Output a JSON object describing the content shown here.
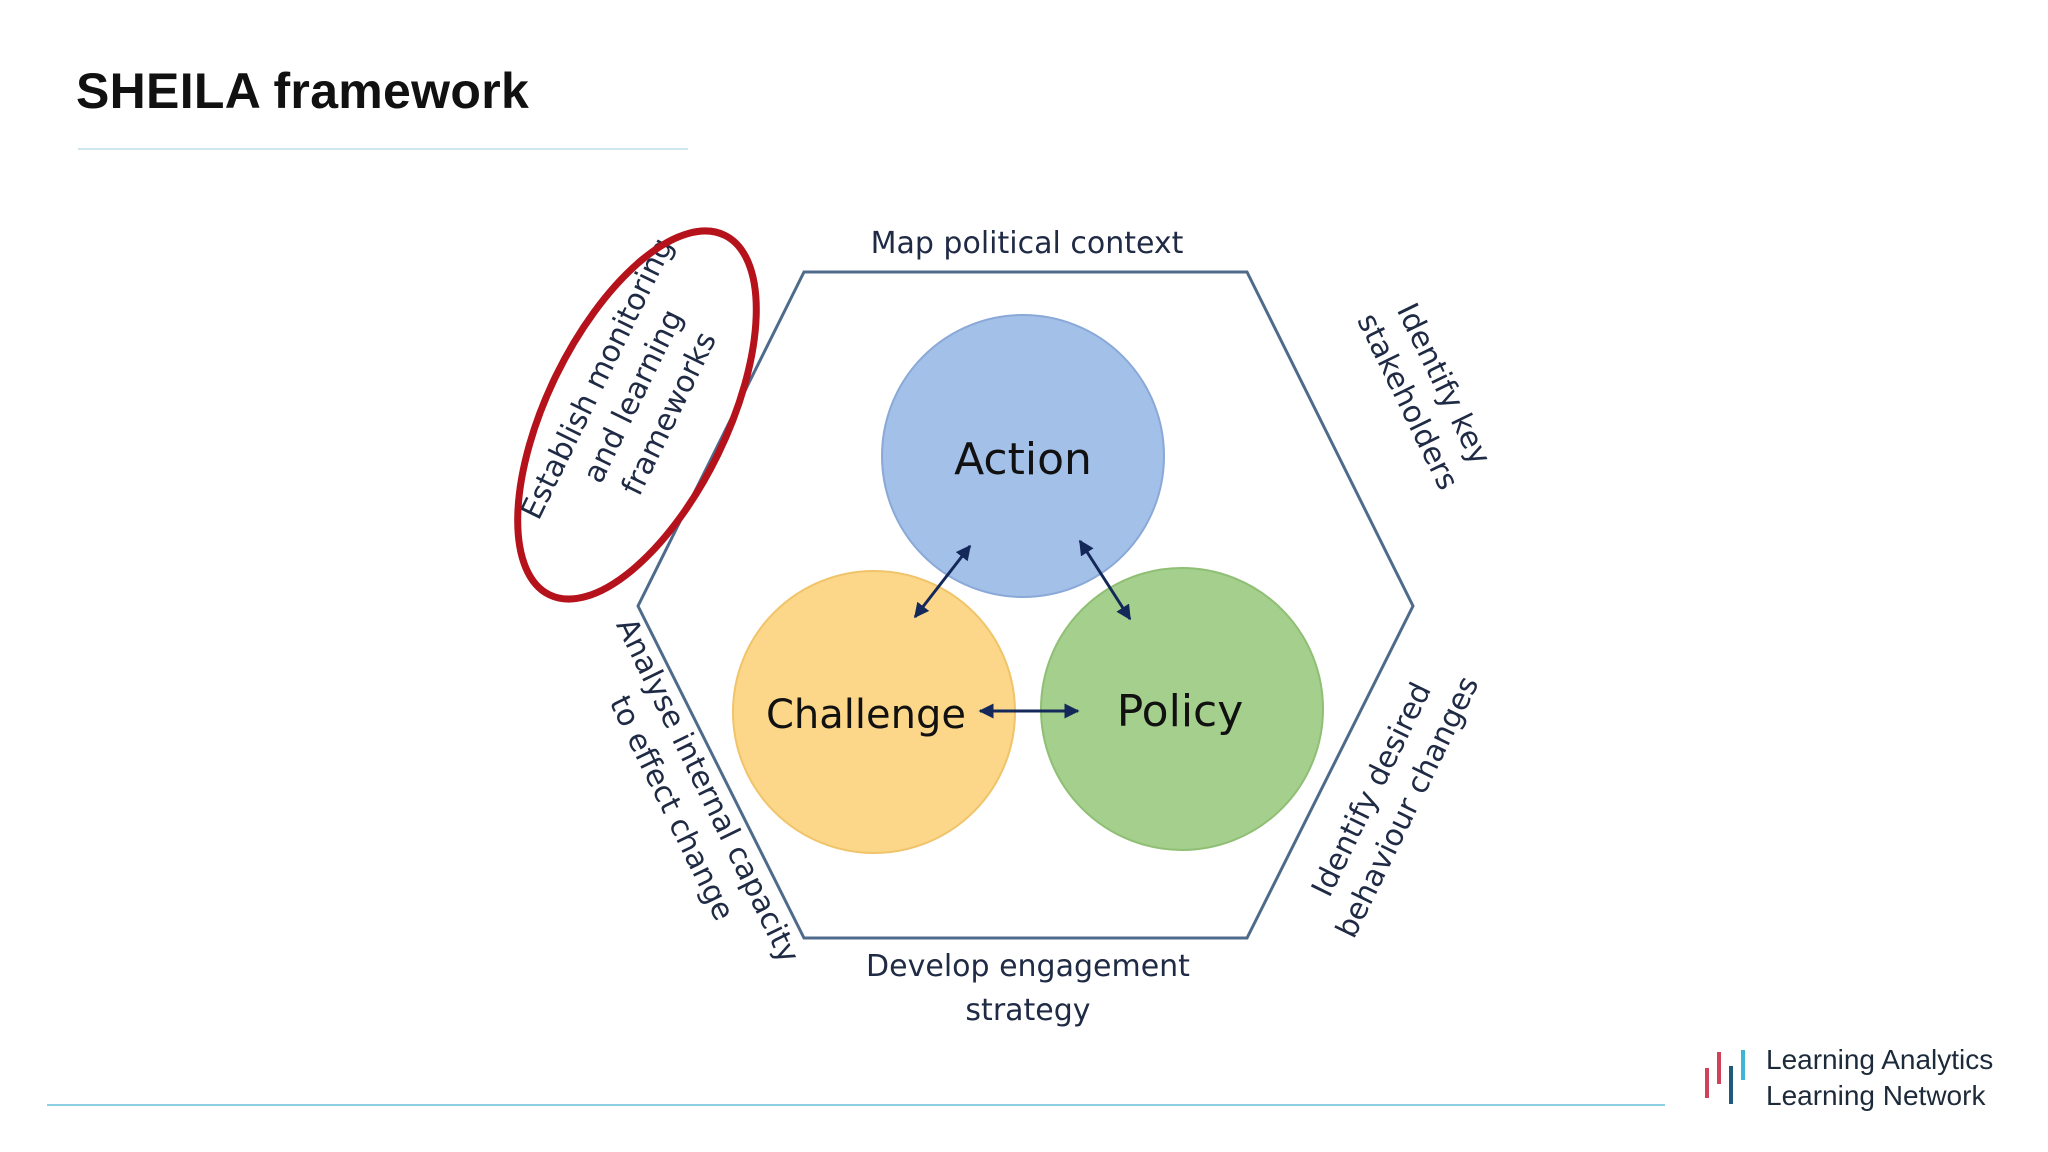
{
  "slide": {
    "title": "SHEILA framework"
  },
  "diagram": {
    "sides": {
      "top": "Map political context",
      "upper_right": [
        "Identify key",
        "stakeholders"
      ],
      "lower_right": [
        "Identify desired",
        "behaviour changes"
      ],
      "bottom": [
        "Develop engagement",
        "strategy"
      ],
      "lower_left": [
        "Analyse internal capacity",
        "to effect change"
      ],
      "upper_left": [
        "Establish monitoring",
        "and learning",
        "frameworks"
      ]
    },
    "circles": {
      "action": "Action",
      "challenge": "Challenge",
      "policy": "Policy"
    },
    "colors": {
      "action": "#a3c0e8",
      "challenge": "#fcd78a",
      "policy": "#a5cf8c",
      "hexagon": "#4f6b8c",
      "arrows": "#14285a",
      "highlight": "#b5121b"
    }
  },
  "logo": {
    "line1": "Learning Analytics",
    "line2": "Learning Network"
  }
}
